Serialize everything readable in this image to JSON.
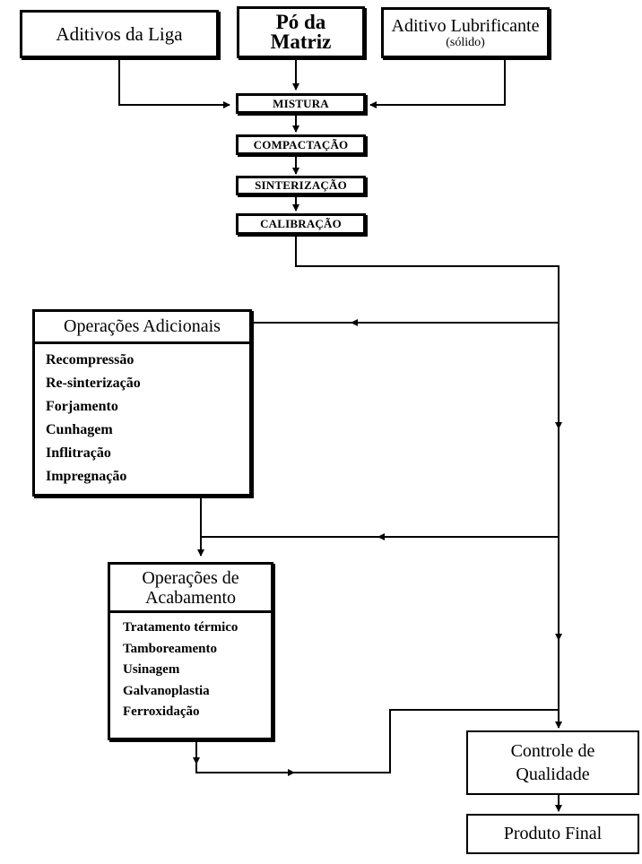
{
  "top_inputs": {
    "alloy_additives": "Aditivos da Liga",
    "matrix_powder": [
      "Pó da",
      "Matriz"
    ],
    "lubricant_additive": "Aditivo Lubrificante",
    "lubricant_note": "(sólido)"
  },
  "process_steps": {
    "mixing": "MISTURA",
    "compaction": "COMPACTAÇÃO",
    "sintering": "SINTERIZAÇÃO",
    "calibration": "CALIBRAÇÃO"
  },
  "additional_operations": {
    "title": "Operações Adicionais",
    "items": [
      "Recompressão",
      "Re-sinterização",
      "Forjamento",
      "Cunhagem",
      "Inflitração",
      "Impregnação"
    ]
  },
  "finishing_operations": {
    "title": [
      "Operações de",
      "Acabamento"
    ],
    "items": [
      "Tratamento térmico",
      "Tamboreamento",
      "Usinagem",
      "Galvanoplastia",
      "Ferroxidação"
    ]
  },
  "quality_control": [
    "Controle de",
    "Qualidade"
  ],
  "final_product": "Produto Final"
}
